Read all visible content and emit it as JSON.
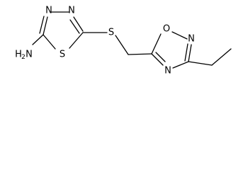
{
  "atoms": {
    "n_thiadiazole_left": "N",
    "n_thiadiazole_right": "N",
    "s_ring": "S",
    "s_linker": "S",
    "amine_h": "H",
    "amine_sub": "2",
    "amine_n": "N",
    "o_oxadiazole": "O",
    "n_oxadiazole_right": "N",
    "n_oxadiazole_bottom": "N"
  }
}
